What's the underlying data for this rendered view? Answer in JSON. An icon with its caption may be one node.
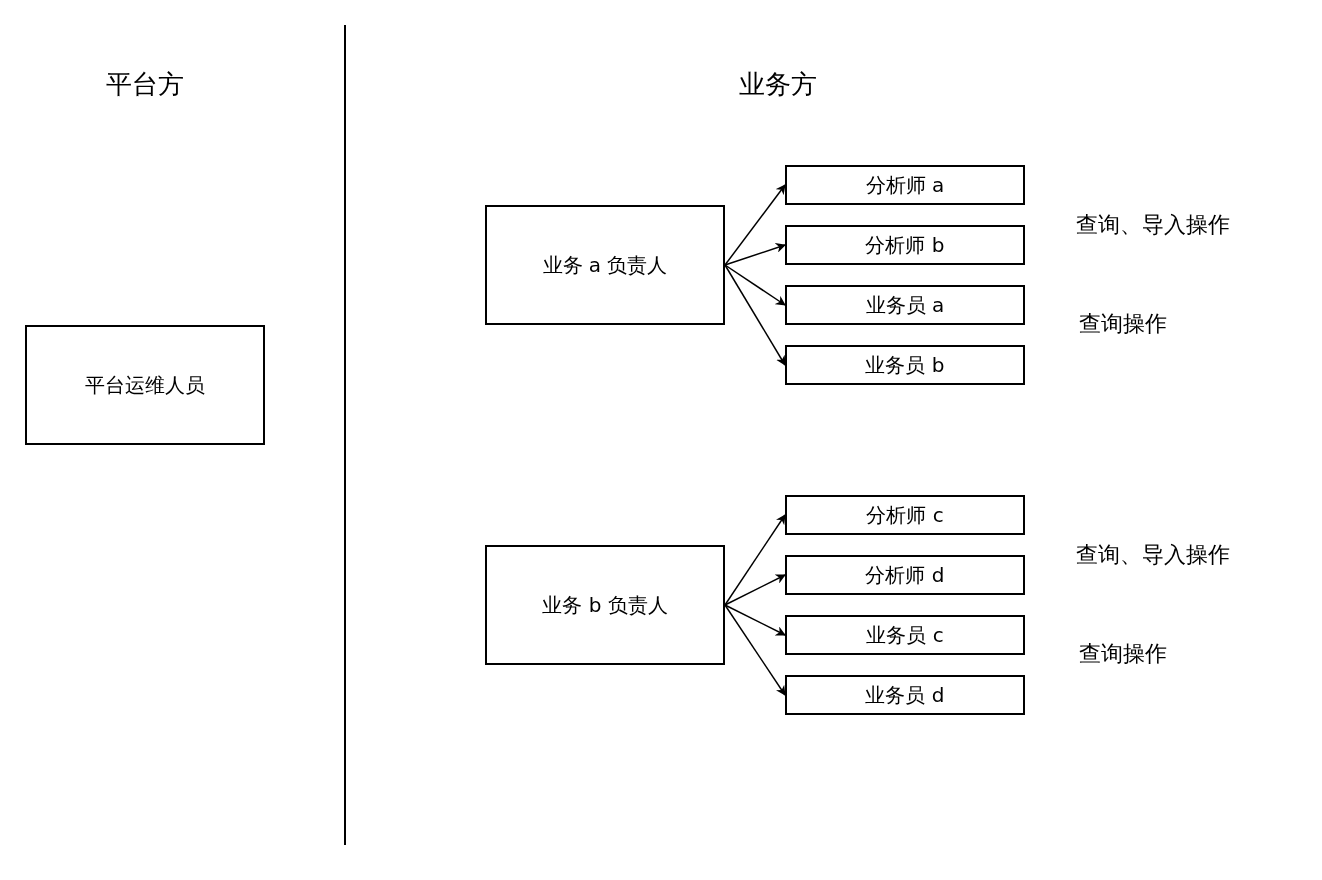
{
  "diagram": {
    "nodes": [
      {
        "text": [
          "平台运维人员"
        ]
      },
      {
        "text": [
          "业务 a 负责人"
        ]
      },
      {
        "text": [
          "分析师 a"
        ]
      },
      {
        "text": [
          "分析师 b"
        ]
      },
      {
        "text": [
          "业务员 a"
        ]
      },
      {
        "text": [
          "业务员 b"
        ]
      },
      {
        "text": [
          "业务 b 负责人"
        ]
      },
      {
        "text": [
          "分析师 c"
        ]
      },
      {
        "text": [
          "分析师 d"
        ]
      },
      {
        "text": [
          "业务员 c"
        ]
      },
      {
        "text": [
          "业务员 d"
        ]
      }
    ],
    "edges": [
      {
        "from": 1,
        "to": 2,
        "arrow": "to"
      },
      {
        "from": 1,
        "to": 3,
        "arrow": "to"
      },
      {
        "from": 1,
        "to": 4,
        "arrow": "to"
      },
      {
        "from": 1,
        "to": 5,
        "arrow": "to"
      },
      {
        "from": 6,
        "to": 7,
        "arrow": "to"
      },
      {
        "from": 6,
        "to": 8,
        "arrow": "to"
      },
      {
        "from": 6,
        "to": 9,
        "arrow": "to"
      },
      {
        "from": 6,
        "to": 10,
        "arrow": "to"
      }
    ],
    "labels": [
      "平台方",
      "业务方",
      "查询、导入操作",
      "查询操作",
      "查询、导入操作",
      "查询操作"
    ]
  }
}
